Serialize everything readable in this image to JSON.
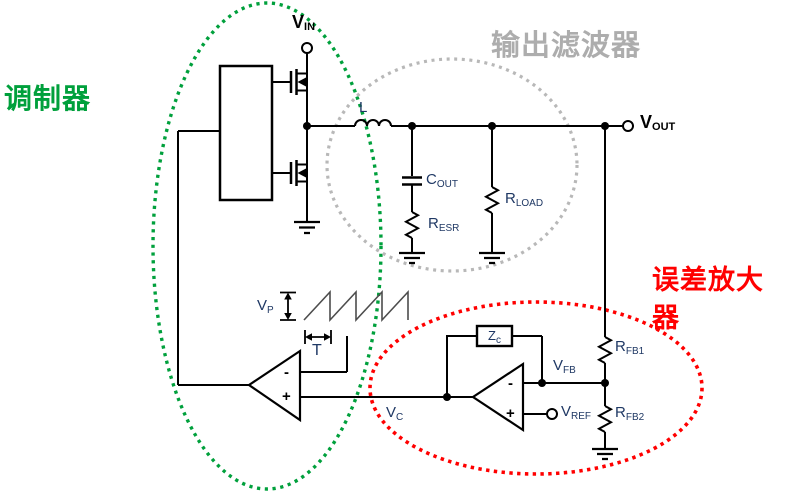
{
  "regions": {
    "modulator": {
      "label": "调制器",
      "color": "#00A03C"
    },
    "output_filter": {
      "label": "输出滤波器",
      "color": "#ADADAD"
    },
    "error_amplifier": {
      "label": "误差放大器",
      "color": "#FF0000"
    }
  },
  "labels": {
    "vin": {
      "main": "V",
      "sub": "IN"
    },
    "vout": {
      "main": "V",
      "sub": "OUT"
    },
    "inductor": {
      "main": "L",
      "sub": ""
    },
    "cout": {
      "main": "C",
      "sub": "OUT"
    },
    "resr": {
      "main": "R",
      "sub": "ESR"
    },
    "rload": {
      "main": "R",
      "sub": "LOAD"
    },
    "rfb1": {
      "main": "R",
      "sub": "FB1"
    },
    "rfb2": {
      "main": "R",
      "sub": "FB2"
    },
    "vfb": {
      "main": "V",
      "sub": "FB"
    },
    "vref": {
      "main": "V",
      "sub": "REF"
    },
    "vc": {
      "main": "V",
      "sub": "C"
    },
    "vp": {
      "main": "V",
      "sub": "P"
    },
    "period": {
      "main": "T",
      "sub": ""
    },
    "zc": {
      "main": "Z",
      "sub": "c"
    }
  },
  "signs": {
    "minus": "-",
    "plus": "+"
  },
  "colors": {
    "wire": "#000000",
    "component_label": "#1F3864",
    "sawtooth": "#4D4D4D",
    "terminal_fill": "#FFFFFF"
  }
}
